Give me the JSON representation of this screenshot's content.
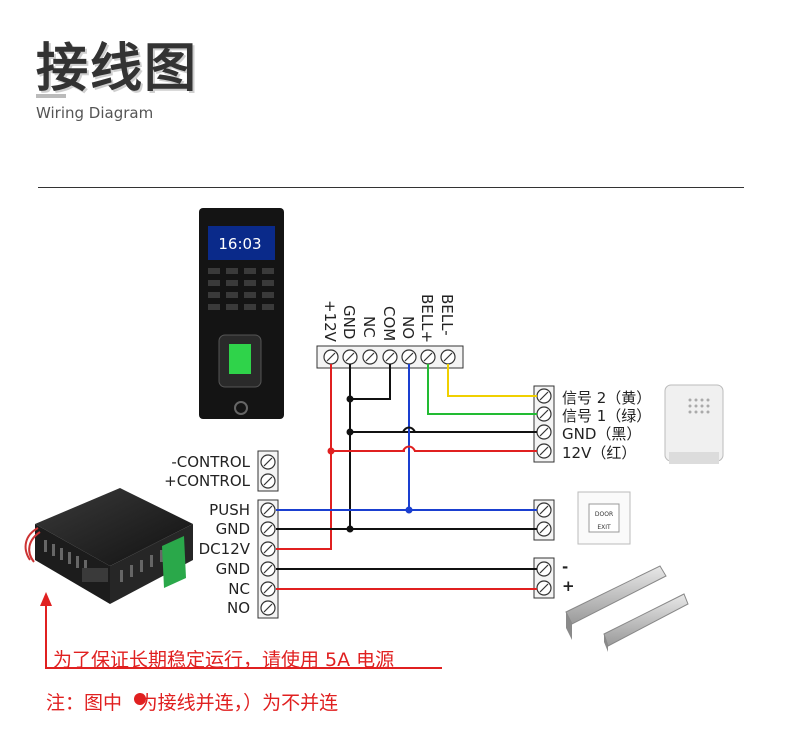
{
  "header": {
    "title": "接线图",
    "subtitle": "Wiring Diagram"
  },
  "reader": {
    "time": "16:03"
  },
  "reader_terminals": [
    "+12V",
    "GND",
    "NC",
    "COM",
    "NO",
    "BELL+",
    "BELL-"
  ],
  "psu_terminals_top": [
    "-CONTROL",
    "+CONTROL"
  ],
  "psu_terminals_main": [
    "PUSH",
    "GND",
    "DC12V",
    "GND",
    "NC",
    "NO"
  ],
  "doorbell_terminals": [
    "信号 2（黄）",
    "信号 1（绿）",
    "GND（黑）",
    "12V（红）"
  ],
  "lock_terminals": [
    "-",
    "+"
  ],
  "exit_button": {
    "line1": "DOOR",
    "line2": "EXIT"
  },
  "notes": {
    "power": "为了保证长期稳定运行，请使用 5A 电源",
    "legend": "注：图中●为接线并连，）为不并连"
  },
  "colors": {
    "red": "#e02020",
    "blue": "#1a3fd0",
    "black": "#111111",
    "green": "#22bb33",
    "yellow": "#f0d000"
  }
}
